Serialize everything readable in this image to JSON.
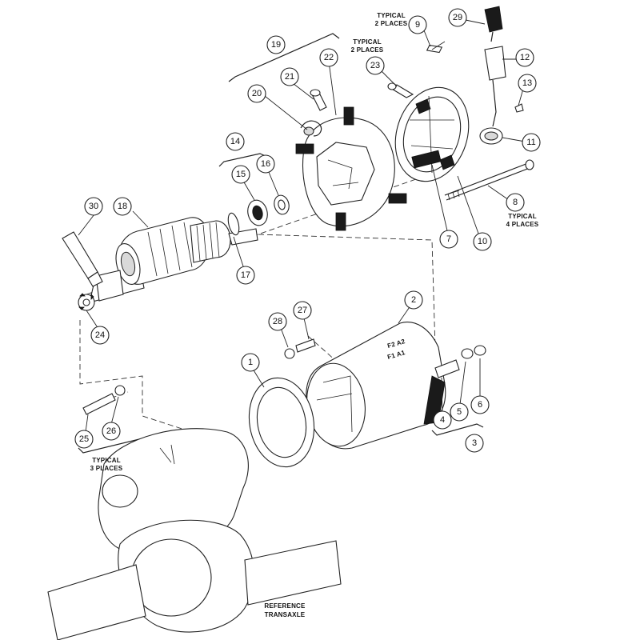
{
  "callouts": {
    "c1": "1",
    "c2": "2",
    "c3": "3",
    "c4": "4",
    "c5": "5",
    "c6": "6",
    "c7": "7",
    "c8": "8",
    "c9": "9",
    "c10": "10",
    "c11": "11",
    "c12": "12",
    "c13": "13",
    "c14": "14",
    "c15": "15",
    "c16": "16",
    "c17": "17",
    "c18": "18",
    "c19": "19",
    "c20": "20",
    "c21": "21",
    "c22": "22",
    "c23": "23",
    "c24": "24",
    "c25": "25",
    "c26": "26",
    "c27": "27",
    "c28": "28",
    "c29": "29",
    "c30": "30"
  },
  "notes": {
    "typical_2_places_a_line1": "TYPICAL",
    "typical_2_places_a_line2": "2 PLACES",
    "typical_2_places_b_line1": "TYPICAL",
    "typical_2_places_b_line2": "2 PLACES",
    "typical_4_places_line1": "TYPICAL",
    "typical_4_places_line2": "4 PLACES",
    "typical_3_places_line1": "TYPICAL",
    "typical_3_places_line2": "3 PLACES",
    "reference_transaxle_line1": "REFERENCE",
    "reference_transaxle_line2": "TRANSAXLE"
  },
  "housing_markings": {
    "row1": "F2 A2",
    "row2": "F1 A1"
  }
}
